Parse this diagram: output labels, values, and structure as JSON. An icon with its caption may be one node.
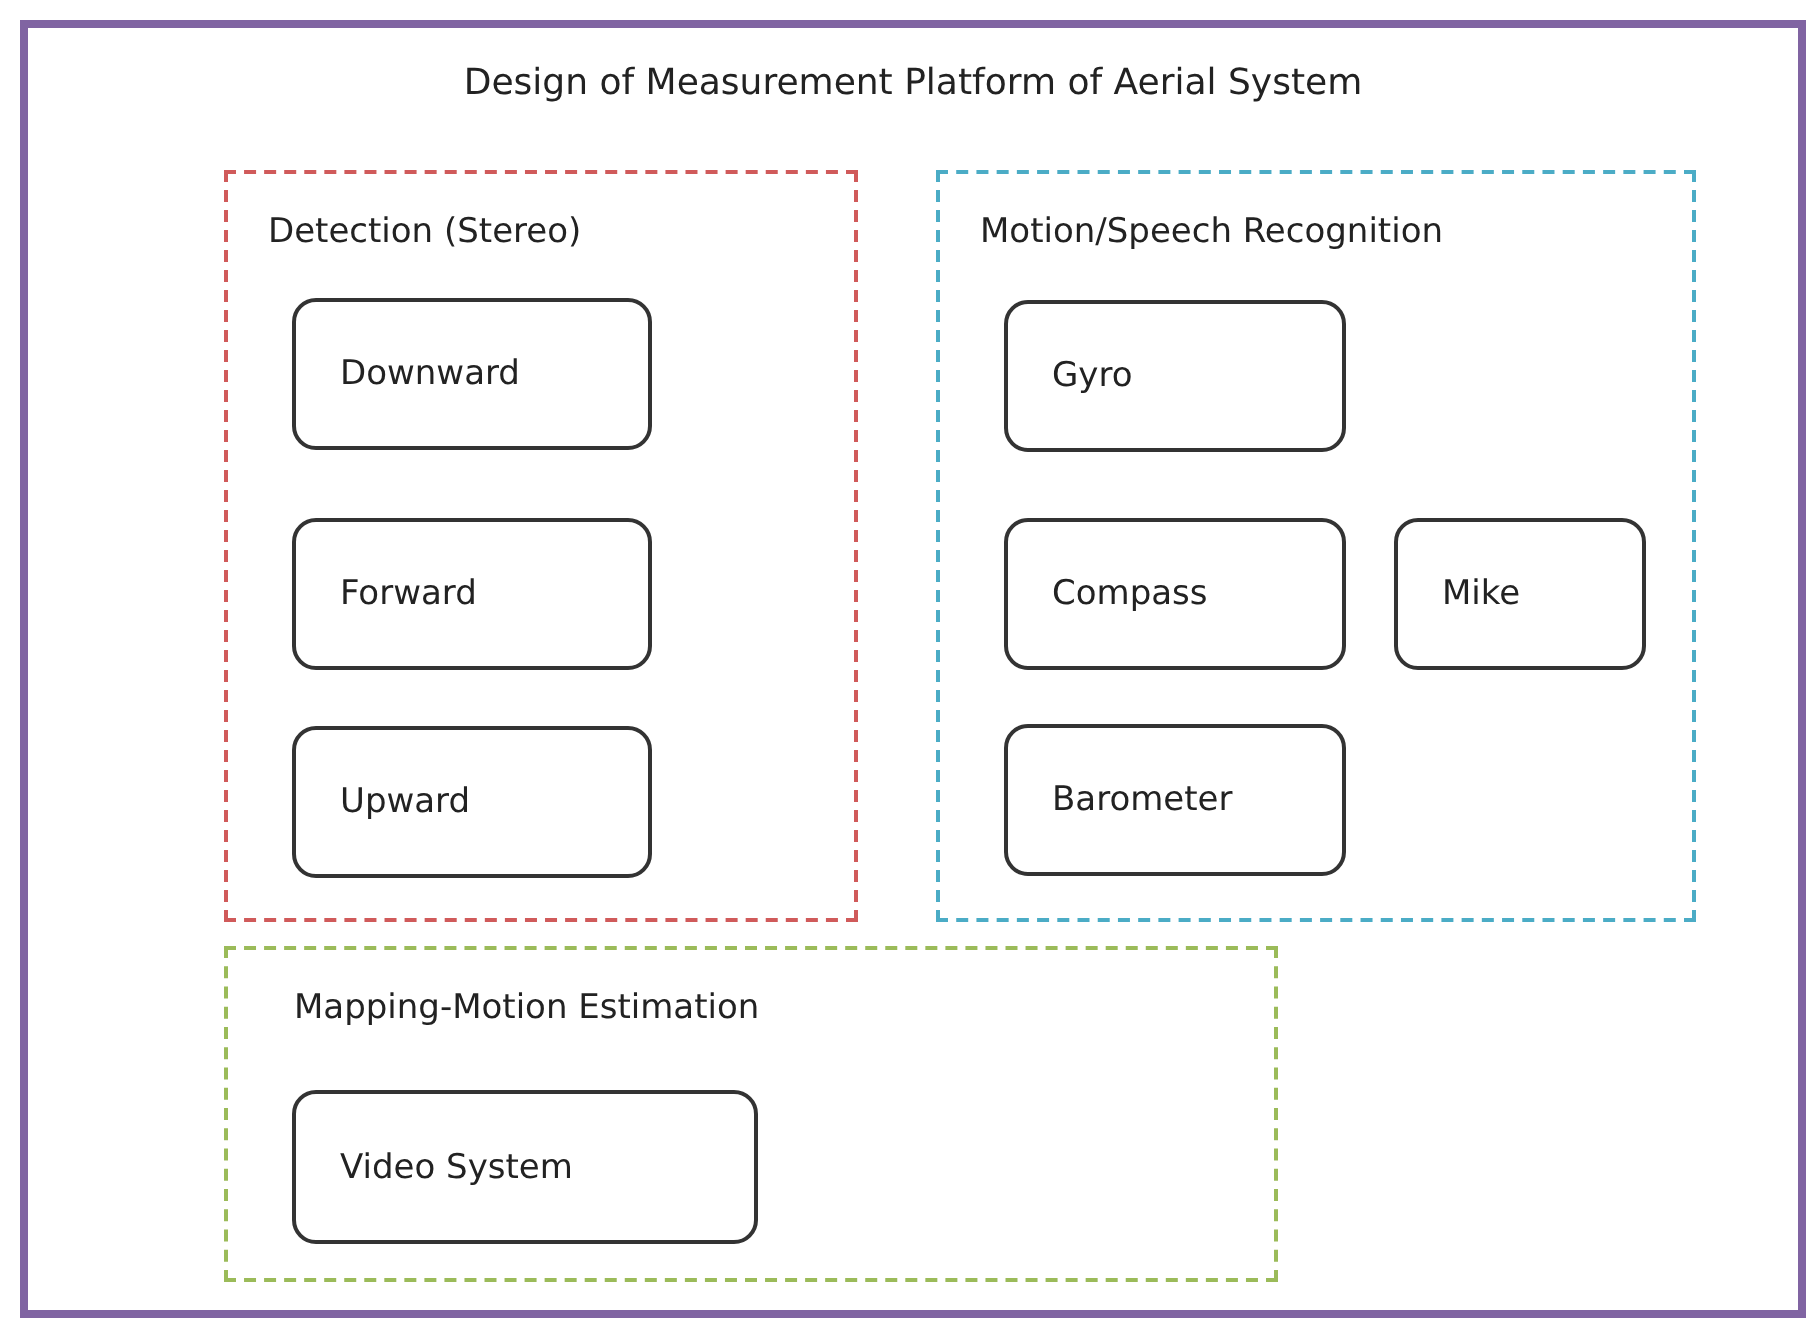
{
  "diagram": {
    "nodes": [
      {
        "text": [
          "Design of Measurement Platform of Aerial System"
        ]
      },
      {
        "text": [
          "Detection (Stereo)"
        ],
        "in": 0
      },
      {
        "text": [
          "Downward"
        ],
        "in": 1
      },
      {
        "text": [
          "Forward"
        ],
        "in": 1
      },
      {
        "text": [
          "Upward"
        ],
        "in": 1
      },
      {
        "text": [
          "Motion/Speech Recognition"
        ],
        "in": 0
      },
      {
        "text": [
          "Gyro"
        ],
        "in": 5
      },
      {
        "text": [
          "Compass"
        ],
        "in": 5
      },
      {
        "text": [
          "Mike"
        ],
        "in": 5
      },
      {
        "text": [
          "Barometer"
        ],
        "in": 5
      },
      {
        "text": [
          "Mapping-Motion Estimation"
        ],
        "in": 0
      },
      {
        "text": [
          "Video System"
        ],
        "in": 10
      }
    ],
    "edges": []
  }
}
